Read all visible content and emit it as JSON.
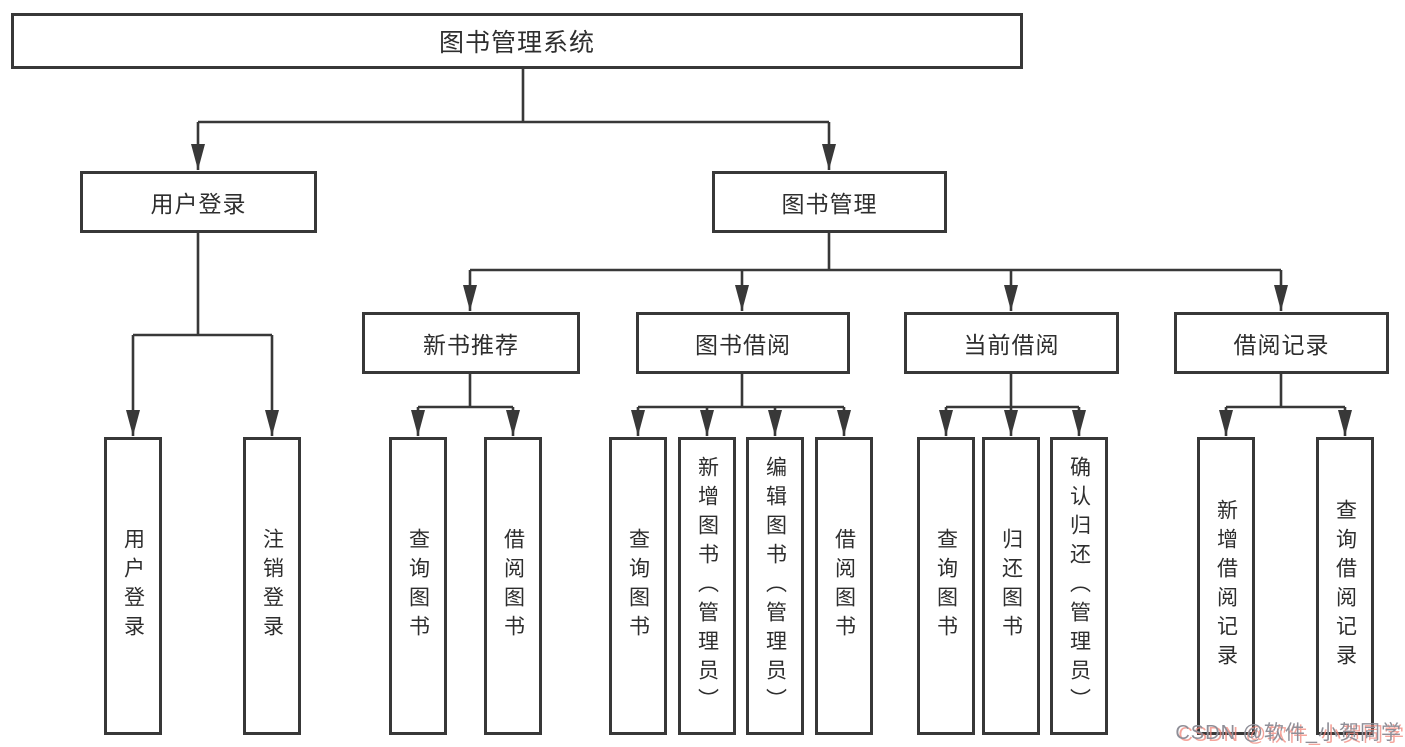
{
  "diagram": {
    "type": "hierarchy-flowchart",
    "nodes": {
      "root": {
        "label": "图书管理系统"
      },
      "login": {
        "label": "用户登录",
        "children": [
          "用户登录",
          "注销登录"
        ]
      },
      "management": {
        "label": "图书管理"
      },
      "recommend": {
        "label": "新书推荐",
        "children": [
          "查询图书",
          "借阅图书"
        ]
      },
      "borrow": {
        "label": "图书借阅",
        "children": [
          "查询图书",
          "新增图书（管理员）",
          "编辑图书（管理员）",
          "借阅图书"
        ]
      },
      "current": {
        "label": "当前借阅",
        "children": [
          "查询图书",
          "归还图书",
          "确认归还（管理员）"
        ]
      },
      "records": {
        "label": "借阅记录",
        "children": [
          "新增借阅记录",
          "查询借阅记录"
        ]
      }
    },
    "colors": {
      "line": "#383838",
      "box_border": "#383838",
      "box_fill": "#ffffff",
      "text": "#2e2e2e",
      "background": "#ffffff"
    }
  },
  "watermark": {
    "text": "CSDN @软件_小贺同学",
    "gray": "#8f8f98",
    "pink": "#f1857a"
  }
}
